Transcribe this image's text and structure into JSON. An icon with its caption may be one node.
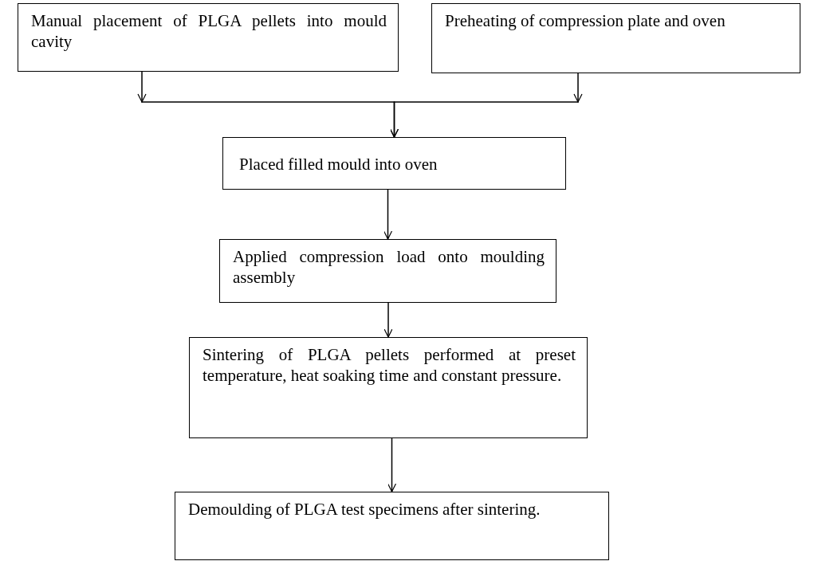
{
  "diagram": {
    "nodes": [
      {
        "text": [
          "Manual placement of PLGA pellets into mould cavity"
        ]
      },
      {
        "text": [
          "Preheating of compression plate and oven"
        ]
      },
      {
        "text": [
          "Placed filled mould into oven"
        ]
      },
      {
        "text": [
          "Applied compression load onto moulding assembly"
        ]
      },
      {
        "text": [
          "Sintering of PLGA pellets performed at preset temperature, heat soaking time and constant pressure."
        ]
      },
      {
        "text": [
          "Demoulding of PLGA test specimens after sintering."
        ]
      }
    ],
    "edges": [
      {
        "from": 0,
        "to": 2,
        "arrow": "to"
      },
      {
        "from": 1,
        "to": 2,
        "arrow": "to"
      },
      {
        "from": 2,
        "to": 3,
        "arrow": "to"
      },
      {
        "from": 3,
        "to": 4,
        "arrow": "to"
      },
      {
        "from": 4,
        "to": 5,
        "arrow": "to"
      }
    ]
  }
}
